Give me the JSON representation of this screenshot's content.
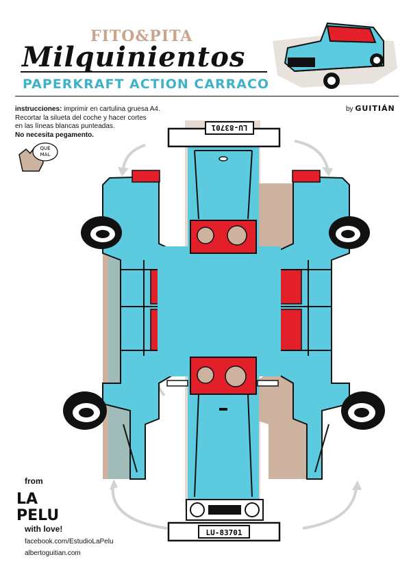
{
  "header": {
    "subtitle": "FITO&PITA",
    "title": "Milquinientos",
    "tagline": "PAPERKRAFT ACTION CARRACO"
  },
  "instructions": {
    "label": "instrucciones:",
    "line1": " imprimir en cartulina gruesa A4.",
    "line2": "Recortar la silueta del coche y hacer cortes",
    "line3": "en las líneas blancas punteadas.",
    "line4": "No necesita pegamento."
  },
  "byline": {
    "prefix": "by",
    "author": "GUITIÁN"
  },
  "bubble": {
    "text1": "QUÉ",
    "text2": "MAL"
  },
  "plates": {
    "front": "LU-83701",
    "rear": "LU-83701"
  },
  "footer": {
    "from": "from",
    "logo_line1": "LA",
    "logo_line2": "PELU",
    "with_love": "with love!",
    "facebook": "facebook.com/EstudioLaPelu",
    "website": "albertoguitian.com"
  },
  "colors": {
    "body": "#5ccbe0",
    "beige": "#cdb39f",
    "red": "#e3202a",
    "ink": "#111111",
    "accent_title": "#3fb2c9"
  }
}
